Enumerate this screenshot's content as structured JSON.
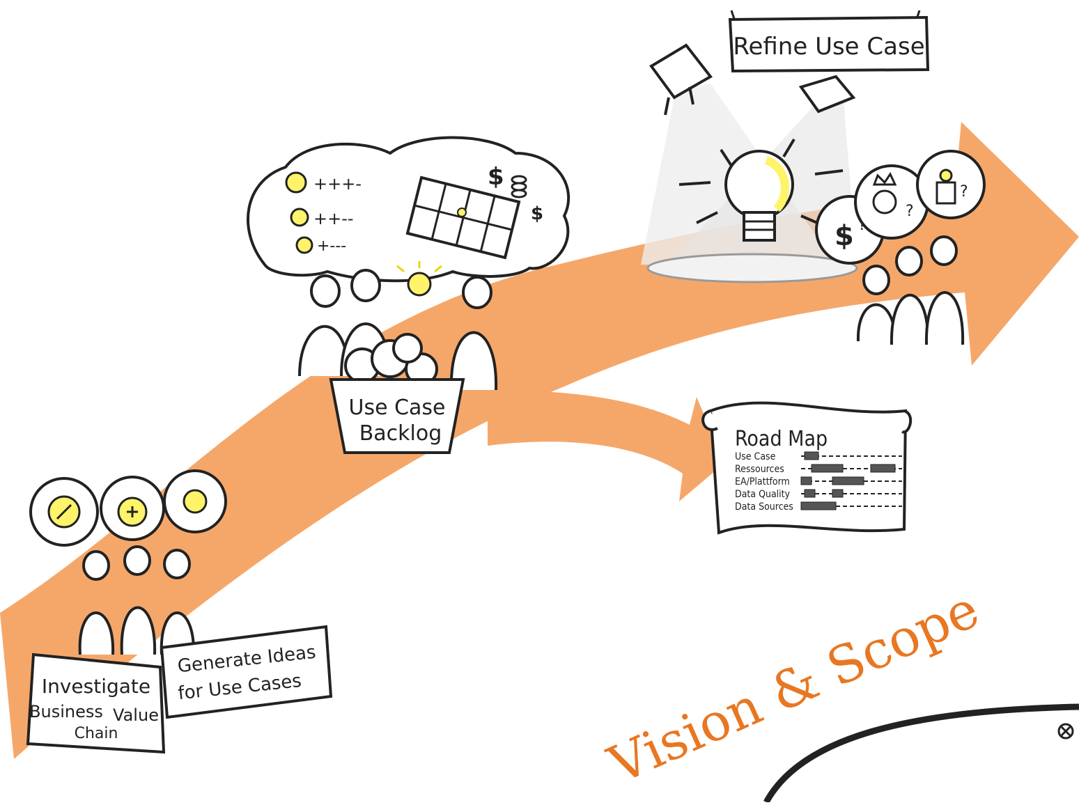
{
  "colors": {
    "arrow": "#f5a76a",
    "accent": "#e87722",
    "ink": "#222222",
    "bulb": "#fff36a",
    "shade": "#d9d9d9"
  },
  "signs": {
    "investigate": [
      "Investigate",
      "Business",
      "Value",
      "Chain"
    ],
    "generate": [
      "Generate Ideas",
      "for Use Cases"
    ],
    "backlog": [
      "Use Case",
      "Backlog"
    ],
    "refine": "Refine Use Case"
  },
  "roadmap": {
    "title": "Road Map",
    "rows": [
      "Use Case",
      "Ressources",
      "EA/Plattform",
      "Data Quality",
      "Data Sources"
    ]
  },
  "bubbles": {
    "rankings": [
      "+++-",
      "++--",
      "+---"
    ],
    "dollar": "$",
    "question": "?"
  },
  "title": "Vision & Scope"
}
